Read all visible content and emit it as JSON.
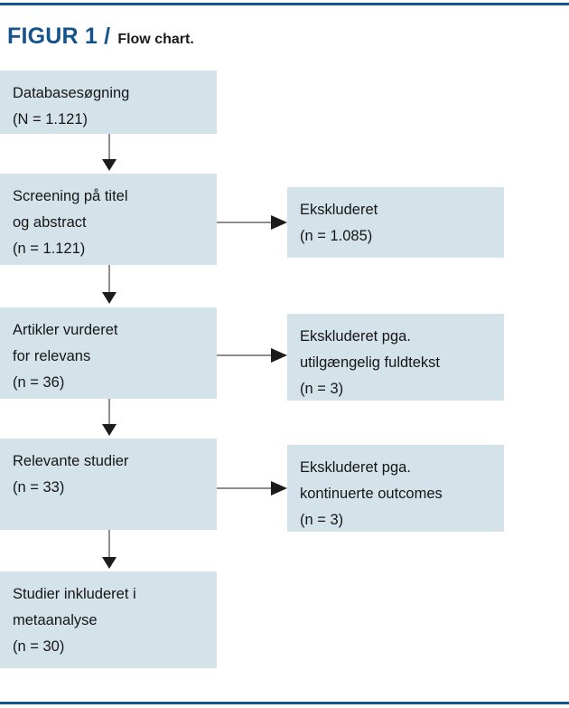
{
  "header": {
    "figure_label": "FIGUR 1 /",
    "caption": "Flow chart."
  },
  "colors": {
    "rule": "#15538c",
    "box_fill": "#d4e2ea",
    "label_blue": "#15538c",
    "text": "#161616",
    "connector": "#8d8f92",
    "arrowhead": "#1c1c1c"
  },
  "flow": {
    "main": [
      {
        "id": "search",
        "lines": [
          "Databasesøgning",
          "(N = 1.121)"
        ]
      },
      {
        "id": "screening",
        "lines": [
          "Screening på titel",
          "og abstract",
          "(n = 1.121)"
        ]
      },
      {
        "id": "assessed",
        "lines": [
          "Artikler vurderet",
          "for relevans",
          "(n = 36)"
        ]
      },
      {
        "id": "relevant",
        "lines": [
          "Relevante studier",
          "(n = 33)"
        ]
      },
      {
        "id": "included",
        "lines": [
          "Studier inkluderet i",
          "metaanalyse",
          "(n = 30)"
        ]
      }
    ],
    "excluded": [
      {
        "id": "excluded-screening",
        "lines": [
          "Ekskluderet",
          "(n = 1.085)"
        ]
      },
      {
        "id": "excluded-fulltext",
        "lines": [
          "Ekskluderet pga.",
          "utilgængelig fuldtekst",
          "(n = 3)"
        ]
      },
      {
        "id": "excluded-outcomes",
        "lines": [
          "Ekskluderet pga.",
          "kontinuerte outcomes",
          "(n = 3)"
        ]
      }
    ]
  }
}
